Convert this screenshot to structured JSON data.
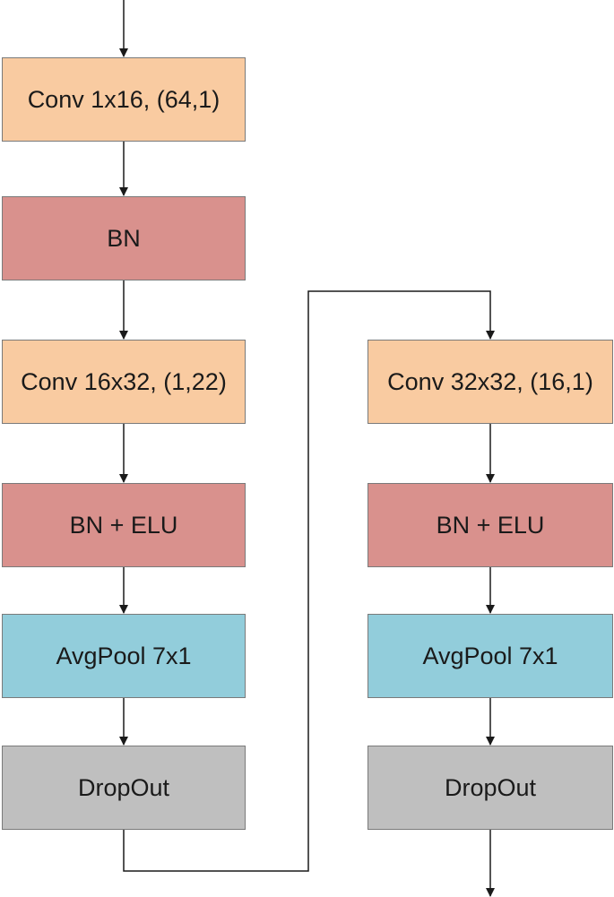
{
  "left_column": {
    "conv1": "Conv 1x16, (64,1)",
    "bn1": "BN",
    "conv2": "Conv 16x32, (1,22)",
    "bn_elu1": "BN + ELU",
    "avgpool1": "AvgPool 7x1",
    "dropout1": "DropOut"
  },
  "right_column": {
    "conv3": "Conv 32x32, (16,1)",
    "bn_elu2": "BN + ELU",
    "avgpool2": "AvgPool 7x1",
    "dropout2": "DropOut"
  },
  "colors": {
    "conv": "#f9cba1",
    "bn": "#d9918d",
    "pool": "#92cddb",
    "dropout": "#bfbfbf",
    "arrow": "#1a1a1a"
  }
}
